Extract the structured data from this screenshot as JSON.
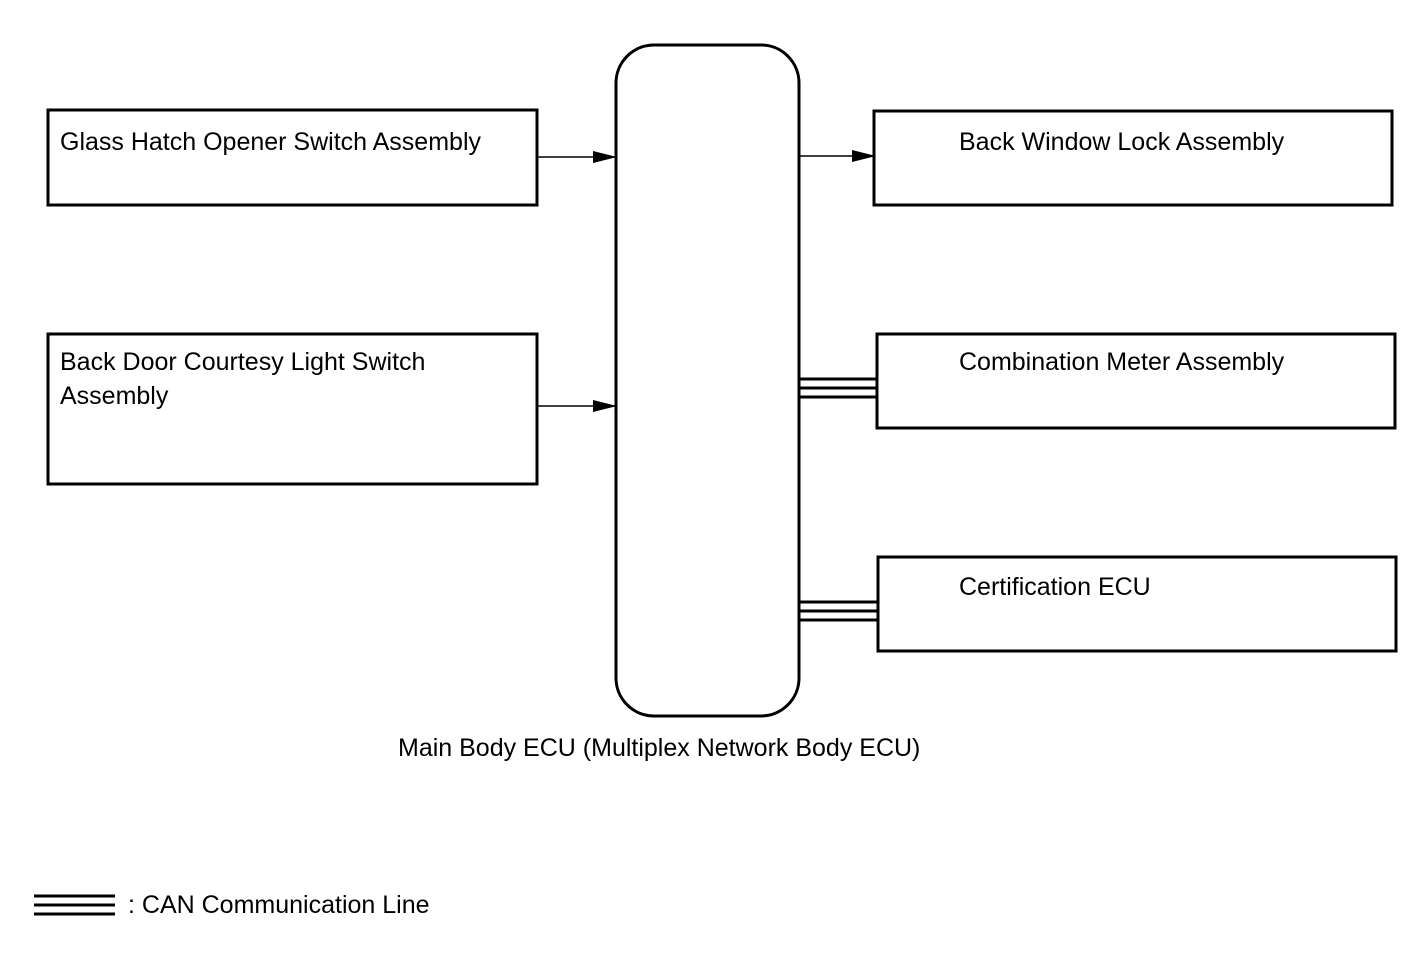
{
  "diagram": {
    "inputs": [
      {
        "id": "glass-hatch",
        "lines": [
          "Glass Hatch Opener Switch Assembly"
        ]
      },
      {
        "id": "back-door",
        "lines": [
          "Back Door Courtesy Light Switch",
          "Assembly"
        ]
      }
    ],
    "hub": {
      "label": "Main Body ECU (Multiplex Network Body ECU)"
    },
    "outputs": [
      {
        "id": "back-window",
        "label": "Back Window Lock Assembly",
        "connection": "signal"
      },
      {
        "id": "combination-meter",
        "label": "Combination Meter Assembly",
        "connection": "CAN"
      },
      {
        "id": "certification",
        "label": "Certification ECU",
        "connection": "CAN"
      }
    ],
    "legend": {
      "label": ": CAN Communication Line"
    }
  }
}
